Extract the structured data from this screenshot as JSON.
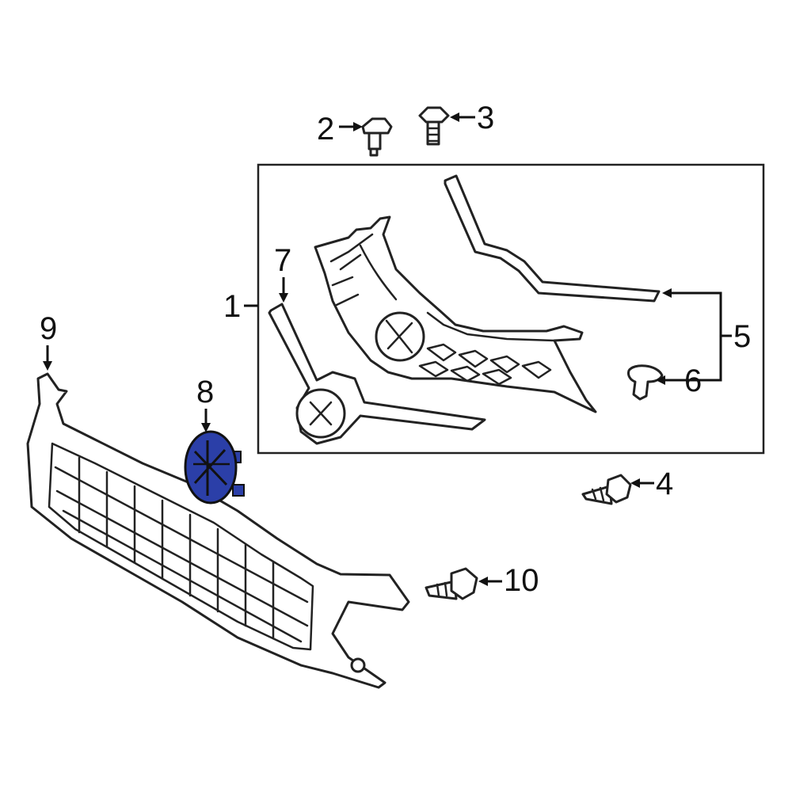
{
  "callouts": [
    {
      "id": "1",
      "label": "1"
    },
    {
      "id": "2",
      "label": "2"
    },
    {
      "id": "3",
      "label": "3"
    },
    {
      "id": "4",
      "label": "4"
    },
    {
      "id": "5",
      "label": "5"
    },
    {
      "id": "6",
      "label": "6"
    },
    {
      "id": "7",
      "label": "7"
    },
    {
      "id": "8",
      "label": "8"
    },
    {
      "id": "9",
      "label": "9"
    },
    {
      "id": "10",
      "label": "10"
    }
  ],
  "colors": {
    "highlight_part": "#2b3fa8",
    "line": "#222222",
    "background": "#ffffff"
  }
}
